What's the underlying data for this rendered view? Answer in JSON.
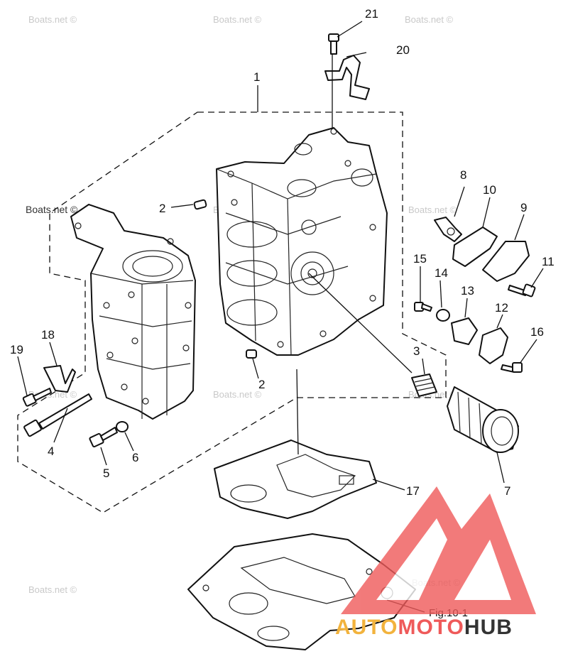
{
  "callouts": [
    {
      "id": "1",
      "label": "1"
    },
    {
      "id": "2a",
      "label": "2"
    },
    {
      "id": "2b",
      "label": "2"
    },
    {
      "id": "3",
      "label": "3"
    },
    {
      "id": "4",
      "label": "4"
    },
    {
      "id": "5",
      "label": "5"
    },
    {
      "id": "6",
      "label": "6"
    },
    {
      "id": "7",
      "label": "7"
    },
    {
      "id": "8",
      "label": "8"
    },
    {
      "id": "9",
      "label": "9"
    },
    {
      "id": "10",
      "label": "10"
    },
    {
      "id": "11",
      "label": "11"
    },
    {
      "id": "12",
      "label": "12"
    },
    {
      "id": "13",
      "label": "13"
    },
    {
      "id": "14",
      "label": "14"
    },
    {
      "id": "15",
      "label": "15"
    },
    {
      "id": "16",
      "label": "16"
    },
    {
      "id": "17",
      "label": "17"
    },
    {
      "id": "18",
      "label": "18"
    },
    {
      "id": "19",
      "label": "19"
    },
    {
      "id": "20",
      "label": "20"
    },
    {
      "id": "21",
      "label": "21"
    }
  ],
  "figure_ref": "Fig.10-1",
  "watermarks": {
    "text": "Boats.net ©",
    "count": 12
  },
  "brand_logo": {
    "part1": "AUTO",
    "part2": "MOTO",
    "part3": "HUB",
    "colors": {
      "triangle": "#ef5a5a",
      "auto": "#f2b33d",
      "moto": "#ef5a5a",
      "hub": "#333333"
    }
  },
  "icons": [
    "logo-triangle-icon"
  ]
}
